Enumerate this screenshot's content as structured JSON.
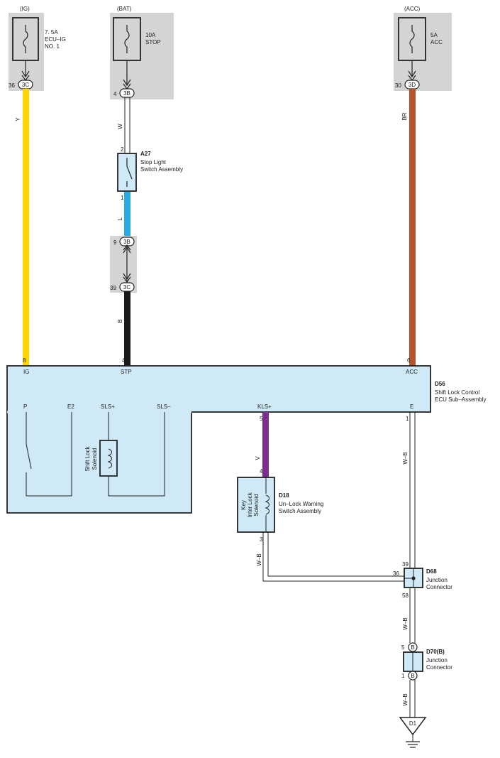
{
  "sources": {
    "ig": {
      "supply": "(IG)",
      "fuse_rating": "7. 5A",
      "fuse_name_1": "ECU–IG",
      "fuse_name_2": "NO. 1",
      "conn": "3C",
      "pin": "36"
    },
    "bat": {
      "supply": "(BAT)",
      "fuse_rating": "10A",
      "fuse_name_1": "STOP",
      "conn": "3B",
      "pin": "4"
    },
    "acc": {
      "supply": "(ACC)",
      "fuse_rating": "5A",
      "fuse_name_1": "ACC",
      "conn": "3D",
      "pin": "30"
    }
  },
  "wire_colors": {
    "ig": "Y",
    "stop_in": "W",
    "stop_out": "L",
    "stop_ecu": "B",
    "acc": "BR",
    "kls": "V",
    "d18_ground": "W–B",
    "ecu_ground": "W–B",
    "d68_d70": "W–B",
    "d70_ground": "W–B"
  },
  "colors": {
    "yellow": "#FFD700",
    "blue": "#29ABE2",
    "black": "#1a1a1a",
    "brown": "#B5532C",
    "violet": "#7B2F8E",
    "component_fill": "#CFE9F7",
    "source_bg": "#D4D4D4"
  },
  "a27": {
    "code": "A27",
    "name_1": "Stop Light",
    "name_2": "Switch Assembly",
    "pin_in": "2",
    "pin_out": "1"
  },
  "inline_conn": {
    "upper_conn": "3B",
    "upper_pin": "9",
    "lower_conn": "3C",
    "lower_pin": "39"
  },
  "d56": {
    "code": "D56",
    "name_1": "Shift Lock Control",
    "name_2": "ECU Sub–Assembly",
    "term_ig": "IG",
    "term_stp": "STP",
    "term_acc": "ACC",
    "pin_ig": "8",
    "pin_stp": "4",
    "pin_acc": "6",
    "term_p": "P",
    "term_e2": "E2",
    "term_slsp": "SLS+",
    "term_slsm": "SLS–",
    "term_kls": "KLS+",
    "term_e": "E",
    "pin_kls": "5",
    "pin_e": "1",
    "solenoid_1": "Shift Lock",
    "solenoid_2": "Solenoid"
  },
  "d18": {
    "code": "D18",
    "name_1": "Un–Lock Warning",
    "name_2": "Switch Assembly",
    "inner_1": "Key",
    "inner_2": "Inter Lock",
    "inner_3": "Solenoid",
    "pin_in": "4",
    "pin_out": "3"
  },
  "d68": {
    "code": "D68",
    "name_1": "Junction",
    "name_2": "Connector",
    "pin_top": "39",
    "pin_left": "36",
    "pin_bottom": "58"
  },
  "d70": {
    "code": "D70(B)",
    "name_1": "Junction",
    "name_2": "Connector",
    "conn": "B",
    "pin_top": "5",
    "pin_bottom": "1"
  },
  "ground": {
    "label": "D1"
  }
}
